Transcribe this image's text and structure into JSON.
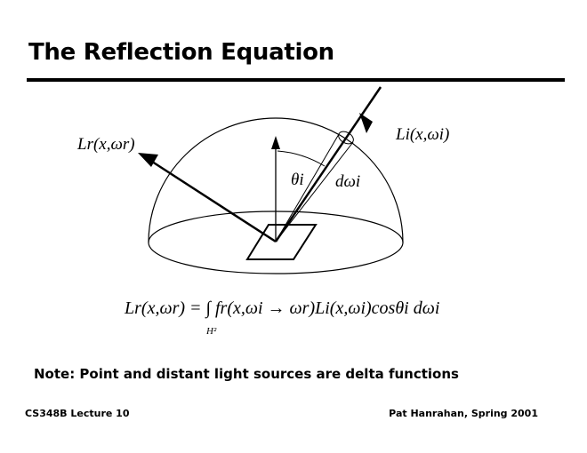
{
  "title": "The Reflection Equation",
  "diagram": {
    "reflected_label": "Lr(x,ωr)",
    "incident_label": "Li(x,ωi)",
    "angle_label": "θi",
    "solid_angle_label": "dωi"
  },
  "equation": {
    "text": "Lr(x,ωr) = ∫ fr(x,ωi → ωr)Li(x,ωi)cosθi dωi",
    "domain": "H²"
  },
  "note": "Note: Point and distant light sources are delta functions",
  "footer": {
    "left": "CS348B Lecture 10",
    "right": "Pat Hanrahan, Spring 2001"
  }
}
